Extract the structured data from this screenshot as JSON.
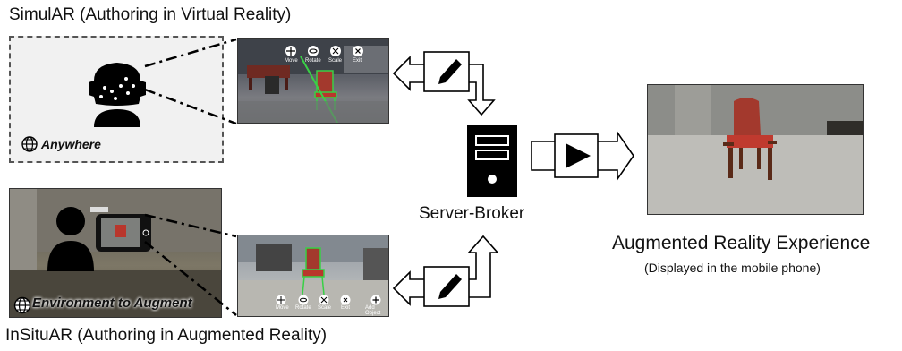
{
  "titles": {
    "simul": "SimulAR (Authoring in Virtual Reality)",
    "insitu": "InSituAR (Authoring in Augmented Reality)"
  },
  "labels": {
    "anywhere": "Anywhere",
    "environment": "Environment to Augment",
    "server": "Server-Broker"
  },
  "experience": {
    "title": "Augmented Reality Experience",
    "subtitle": "(Displayed in the mobile phone)"
  },
  "vr_tools": [
    "Move",
    "Rotate",
    "Scale",
    "Exit"
  ],
  "ar_tools": [
    "Move",
    "Rotate",
    "Scale",
    "Exit",
    "Add Object"
  ],
  "colors": {
    "chair": "#b9362c",
    "highlight": "#39d046",
    "icon": "#000000"
  }
}
